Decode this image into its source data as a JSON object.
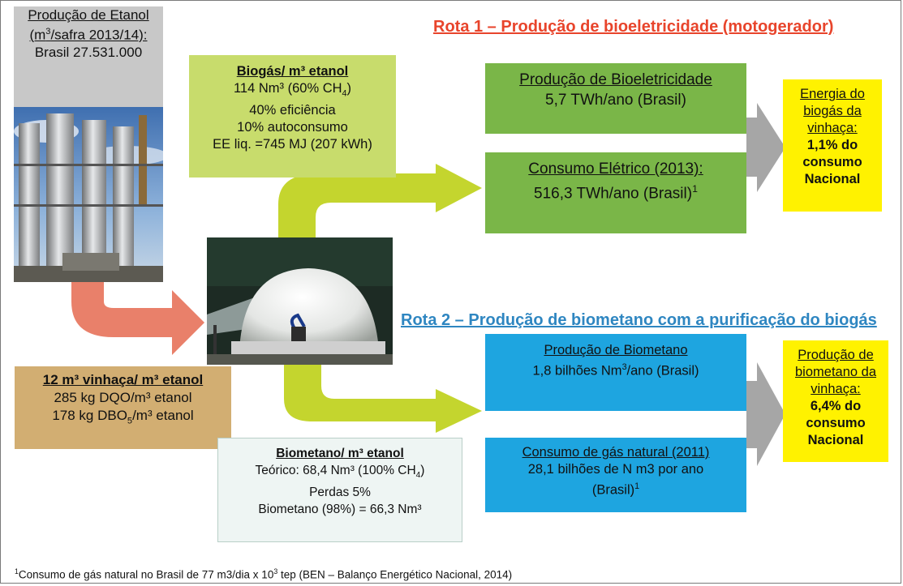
{
  "producao_etanol": {
    "title": "Produção de Etanol",
    "unit_prefix": "(m",
    "unit_sup": "3",
    "unit_suffix": "/safra 2013/14):",
    "value": "Brasil 27.531.000"
  },
  "rota1": {
    "title": "Rota 1 – Produção de bioeletricidade (motogerador)"
  },
  "rota2": {
    "title": "Rota 2 – Produção de biometano com a purificação do biogás"
  },
  "biogas_box": {
    "title": "Biogás/ m³ etanol",
    "line1_a": "114 Nm³ (60% CH",
    "line1_sub": "4",
    "line1_b": ")",
    "line2": "40% eficiência",
    "line3": "10% autoconsumo",
    "line4": "EE liq. =745 MJ (207 kWh)"
  },
  "bioeletricidade": {
    "title": "Produção de Bioeletricidade",
    "value": "5,7 TWh/ano (Brasil)"
  },
  "consumo_eletrico": {
    "title": "Consumo Elétrico (2013):",
    "value": "516,3  TWh/ano (Brasil)",
    "sup": "1"
  },
  "energia_biogas": {
    "l1": "Energia do",
    "l2": "biogás da",
    "l3": "vinhaça:",
    "l4": "1,1% do",
    "l5": "consumo",
    "l6": "Nacional"
  },
  "vinhaca_box": {
    "title": "12  m³ vinhaça/ m³ etanol",
    "line1": "285 kg DQO/m³ etanol",
    "line2_a": "178 kg DBO",
    "line2_sub": "5",
    "line2_b": "/m³ etanol"
  },
  "biometano_box": {
    "title": "Biometano/ m³ etanol",
    "line1_a": "Teórico: 68,4 Nm³ (100% CH",
    "line1_sub": "4",
    "line1_b": ")",
    "line2": "Perdas 5%",
    "line3": "Biometano  (98%) = 66,3 Nm³"
  },
  "producao_biometano": {
    "title": "Produção de Biometano",
    "value_a": "1,8 bilhões Nm",
    "value_sup": "3",
    "value_b": "/ano (Brasil)"
  },
  "consumo_gas": {
    "title": "Consumo de gás natural (2011)",
    "line1": "28,1 bilhões de N m3 por ano",
    "line2": "(Brasil)",
    "sup": "1"
  },
  "producao_biometano_vinhaca": {
    "l1": "Produção de",
    "l2": "biometano da",
    "l3": "vinhaça:",
    "l4": "6,4% do",
    "l5": "consumo",
    "l6": "Nacional"
  },
  "footnote": {
    "sup1": "1",
    "text_a": "Consumo de gás natural no Brasil de 77 m3/dia x 10",
    "sup2": "3",
    "text_b": " tep (BEN – Balanço Energético Nacional, 2014)"
  },
  "colors": {
    "rota1": "#e8442b",
    "rota2": "#2e86c1",
    "green_box": "#7ab648",
    "lightgreen_box": "#c8dc6c",
    "yellow_box": "#fff200",
    "blue_box": "#1ea5e0",
    "tan_box": "#d2ae72",
    "salmon_arrow": "#e9806a",
    "gray_arrow": "#a6a6a6",
    "lime_arrow": "#c4d52e"
  }
}
